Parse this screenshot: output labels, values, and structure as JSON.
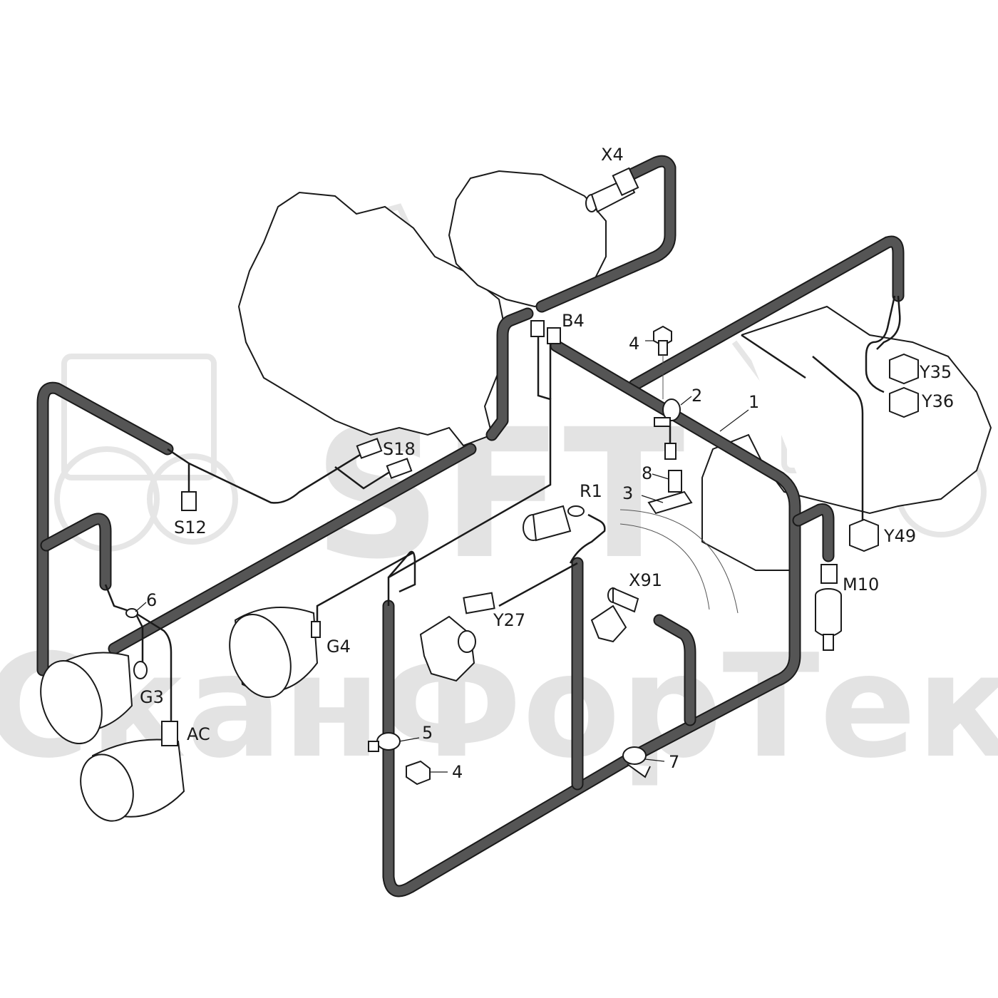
{
  "watermark": {
    "logo_text": "SFT",
    "company_text": "СканФорТек"
  },
  "labels": {
    "X4": "X4",
    "B4": "B4",
    "S18": "S18",
    "S12": "S12",
    "R1": "R1",
    "Y35": "Y35",
    "Y36": "Y36",
    "Y49": "Y49",
    "M10": "M10",
    "X91": "X91",
    "Y27": "Y27",
    "G4": "G4",
    "G3": "G3",
    "AC": "AC",
    "item_1": "1",
    "item_2": "2",
    "item_3": "3",
    "item_4_top": "4",
    "item_4_bottom": "4",
    "item_5": "5",
    "item_6": "6",
    "item_7": "7",
    "item_8": "8"
  }
}
